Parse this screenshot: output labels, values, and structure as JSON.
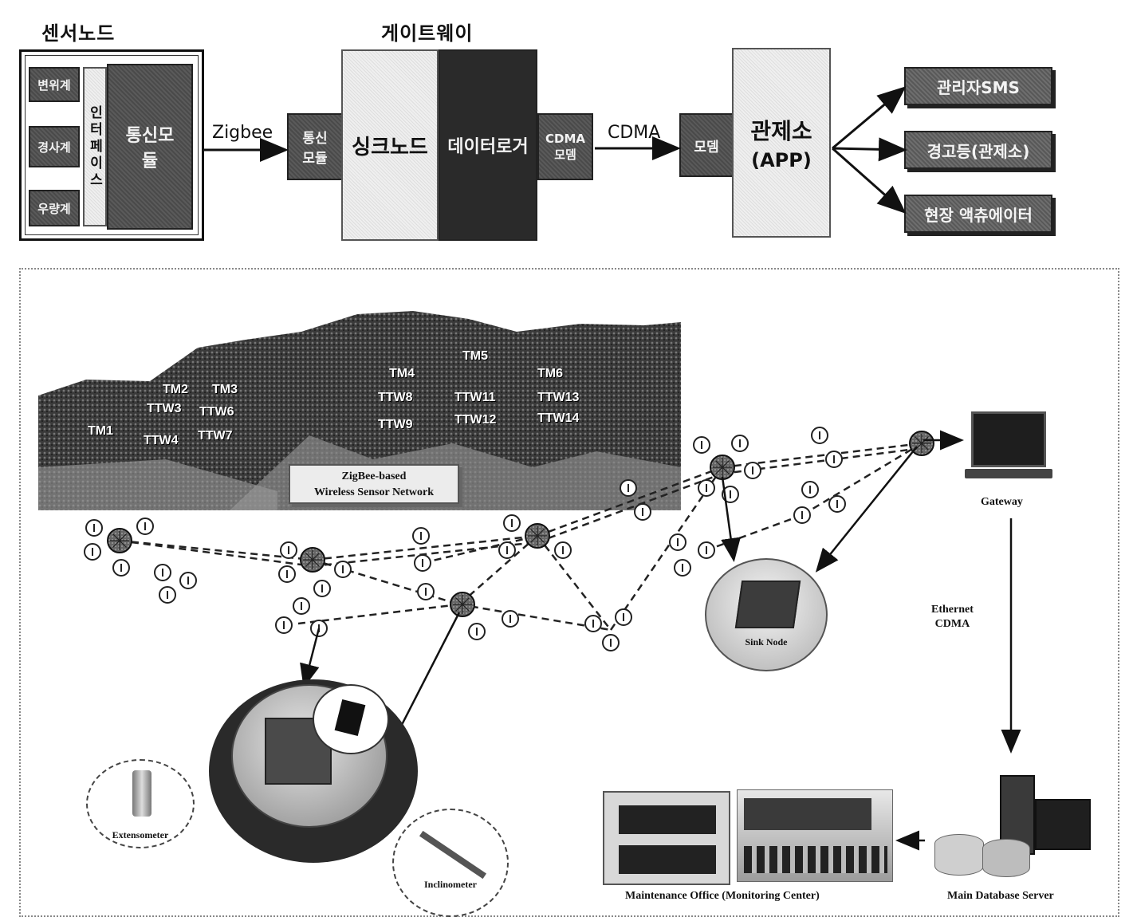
{
  "top": {
    "sensor_node_title": "센서노드",
    "gateway_title": "게이트웨이",
    "sensors": [
      "변위계",
      "경사계",
      "우량계"
    ],
    "interface_label": "인터페이스",
    "comm_module_label": "통신모듈",
    "zigbee_label": "Zigbee",
    "gw_comm_module_label": "통신모듈",
    "sink_node_label": "싱크노드",
    "data_logger_label": "데이터로거",
    "cdma_module_label": "CDMA모뎀",
    "cdma_label": "CDMA",
    "modem_label": "모뎀",
    "control_center_label": "관제소",
    "control_center_app": "(APP)",
    "outputs": [
      "관리자SMS",
      "경고등(관제소)",
      "현장 액츄에이터"
    ]
  },
  "bottom": {
    "mountain_labels": [
      "TM1",
      "TM2",
      "TM3",
      "TM4",
      "TM5",
      "TM6",
      "TTW3",
      "TTW4",
      "TTW6",
      "TTW7",
      "TTW8",
      "TTW9",
      "TTW11",
      "TTW12",
      "TTW13",
      "TTW14"
    ],
    "network_label_line1": "ZigBee-based",
    "network_label_line2": "Wireless Sensor Network",
    "gateway_label": "Gateway",
    "link_label_line1": "Ethernet",
    "link_label_line2": "CDMA",
    "sink_node_label": "Sink Node",
    "extensometer_label": "Extensometer",
    "inclinometer_label": "Inclinometer",
    "maintenance_label": "Maintenance Office (Monitoring Center)",
    "db_server_label": "Main Database Server"
  }
}
